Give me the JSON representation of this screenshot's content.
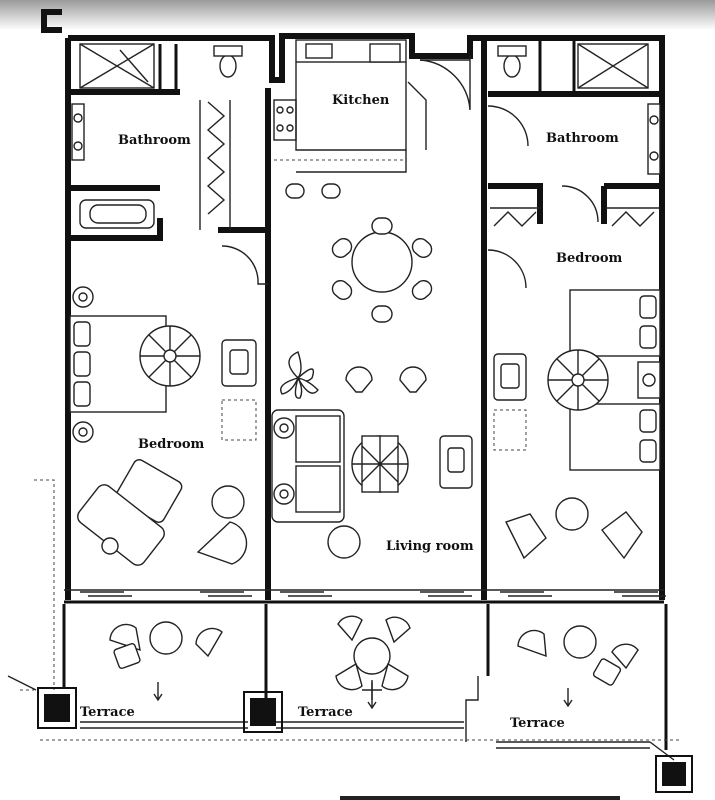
{
  "plan": {
    "rooms": [
      {
        "id": "kitchen",
        "label": "Kitchen"
      },
      {
        "id": "bathroom-left",
        "label": "Bathroom"
      },
      {
        "id": "bathroom-right",
        "label": "Bathroom"
      },
      {
        "id": "bedroom-left",
        "label": "Bedroom"
      },
      {
        "id": "bedroom-right",
        "label": "Bedroom"
      },
      {
        "id": "living-room",
        "label": "Living room"
      },
      {
        "id": "terrace-left",
        "label": "Terrace"
      },
      {
        "id": "terrace-middle",
        "label": "Terrace"
      },
      {
        "id": "terrace-right",
        "label": "Terrace"
      }
    ],
    "colors": {
      "ink": "#111111",
      "paper": "#ffffff"
    }
  }
}
